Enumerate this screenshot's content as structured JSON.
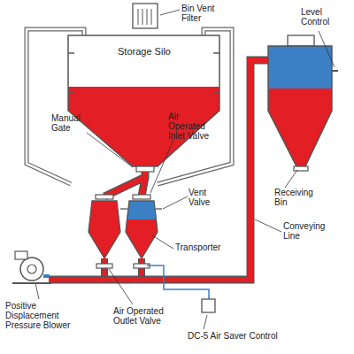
{
  "diagram": {
    "nodes": [
      {
        "text": [
          "Storage Silo"
        ]
      }
    ],
    "labels": [
      "Bin Vent Filter",
      "Level Control",
      "Manual Gate",
      "Air Operated Inlet Valve",
      "Vent Valve",
      "Transporter",
      "Receiving Bin",
      "Conveying Line",
      "Positive Displacement Pressure Blower",
      "Air Operated Outlet Valve",
      "DC-5 Air Saver Control"
    ]
  }
}
